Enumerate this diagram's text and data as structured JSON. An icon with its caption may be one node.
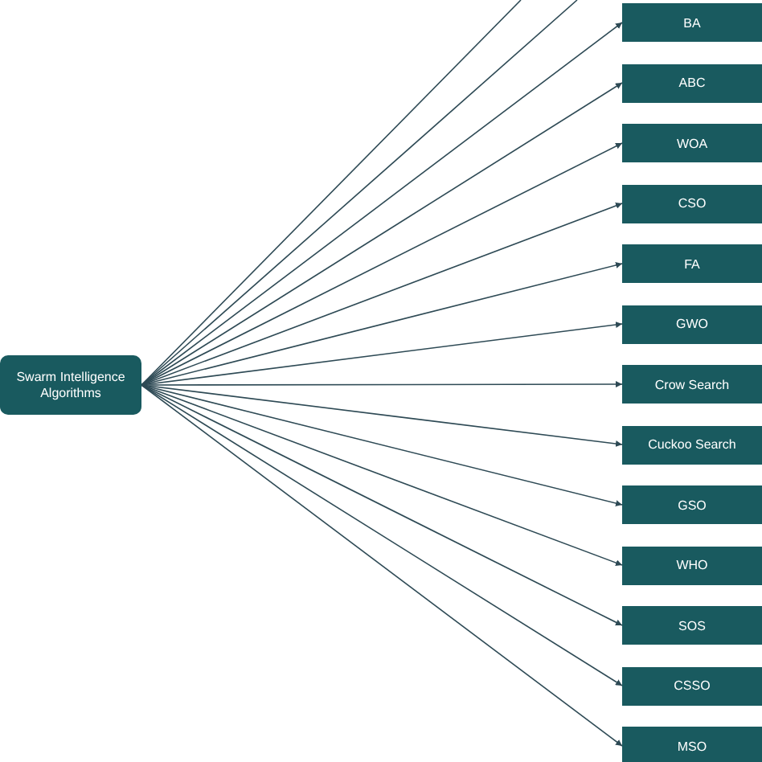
{
  "diagram": {
    "nodes": [
      {
        "text": [
          "Swarm Intelligence Algorithms"
        ]
      },
      {
        "text": [
          "BA"
        ]
      },
      {
        "text": [
          "ABC"
        ]
      },
      {
        "text": [
          "WOA"
        ]
      },
      {
        "text": [
          "CSO"
        ]
      },
      {
        "text": [
          "FA"
        ]
      },
      {
        "text": [
          "GWO"
        ]
      },
      {
        "text": [
          "Crow Search"
        ]
      },
      {
        "text": [
          "Cuckoo Search"
        ]
      },
      {
        "text": [
          "GSO"
        ]
      },
      {
        "text": [
          "WHO"
        ]
      },
      {
        "text": [
          "SOS"
        ]
      },
      {
        "text": [
          "CSSO"
        ]
      },
      {
        "text": [
          "MSO"
        ]
      }
    ],
    "edges": [
      {
        "from": 0,
        "to": null,
        "arrow": "none"
      },
      {
        "from": 0,
        "to": null,
        "arrow": "none"
      },
      {
        "from": 0,
        "to": 1,
        "arrow": "to"
      },
      {
        "from": 0,
        "to": 2,
        "arrow": "to"
      },
      {
        "from": 0,
        "to": 3,
        "arrow": "to"
      },
      {
        "from": 0,
        "to": 4,
        "arrow": "to"
      },
      {
        "from": 0,
        "to": 5,
        "arrow": "to"
      },
      {
        "from": 0,
        "to": 6,
        "arrow": "to"
      },
      {
        "from": 0,
        "to": 7,
        "arrow": "to"
      },
      {
        "from": 0,
        "to": 8,
        "arrow": "to"
      },
      {
        "from": 0,
        "to": 9,
        "arrow": "to"
      },
      {
        "from": 0,
        "to": 10,
        "arrow": "to"
      },
      {
        "from": 0,
        "to": 11,
        "arrow": "to"
      },
      {
        "from": 0,
        "to": 12,
        "arrow": "to"
      },
      {
        "from": 0,
        "to": 13,
        "arrow": "to"
      }
    ]
  }
}
